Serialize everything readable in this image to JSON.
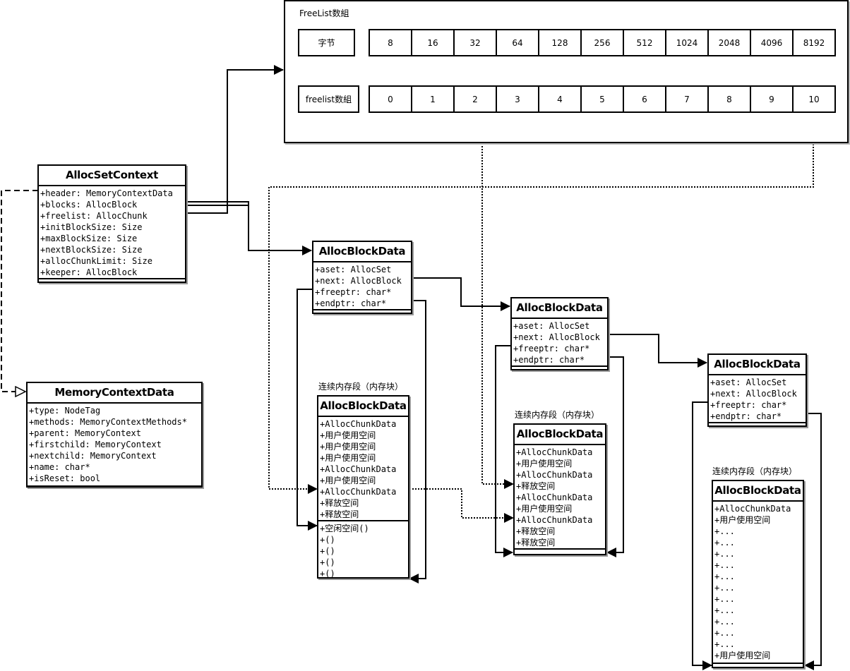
{
  "freelist_frame": {
    "title": "FreeList数組",
    "bytes_label": "字节",
    "index_label": "freelist数組",
    "bytes": [
      "8",
      "16",
      "32",
      "64",
      "128",
      "256",
      "512",
      "1024",
      "2048",
      "4096",
      "8192"
    ],
    "indexes": [
      "0",
      "1",
      "2",
      "3",
      "4",
      "5",
      "6",
      "7",
      "8",
      "9",
      "10"
    ]
  },
  "alloc_set_context": {
    "title": "AllocSetContext",
    "attributes": [
      "+header: MemoryContextData",
      "+blocks: AllocBlock",
      "+freelist: AllocChunk",
      "+initBlockSize: Size",
      "+maxBlockSize: Size",
      "+nextBlockSize: Size",
      "+allocChunkLimit: Size",
      "+keeper: AllocBlock"
    ]
  },
  "memory_context_data": {
    "title": "MemoryContextData",
    "attributes": [
      "+type: NodeTag",
      "+methods: MemoryContextMethods*",
      "+parent: MemoryContext",
      "+firstchild: MemoryContext",
      "+nextchild: MemoryContext",
      "+name: char*",
      "+isReset: bool"
    ]
  },
  "block_headers": [
    {
      "title": "AllocBlockData",
      "attributes": [
        "+aset: AllocSet",
        "+next: AllocBlock",
        "+freeptr: char*",
        "+endptr: char*"
      ]
    },
    {
      "title": "AllocBlockData",
      "attributes": [
        "+aset: AllocSet",
        "+next: AllocBlock",
        "+freeptr: char*",
        "+endptr: char*"
      ]
    },
    {
      "title": "AllocBlockData",
      "attributes": [
        "+aset: AllocSet",
        "+next: AllocBlock",
        "+freeptr: char*",
        "+endptr: char*"
      ]
    }
  ],
  "memory_segments": [
    {
      "caption": "连续内存段（内存块）",
      "title": "AllocBlockData",
      "attributes": [
        "+AllocChunkData",
        "+用户使用空间",
        "+用户使用空间",
        "+用户使用空间",
        "+AllocChunkData",
        "+用户使用空间",
        "+AllocChunkData",
        "+释放空间",
        "+释放空间"
      ],
      "operations": [
        "+空闲空间()",
        "+()",
        "+()",
        "+()",
        "+()"
      ]
    },
    {
      "caption": "连续内存段（内存块）",
      "title": "AllocBlockData",
      "attributes": [
        "+AllocChunkData",
        "+用户使用空间",
        "+AllocChunkData",
        "+释放空间",
        "+AllocChunkData",
        "+用户使用空间",
        "+AllocChunkData",
        "+释放空间",
        "+释放空间"
      ],
      "operations": []
    },
    {
      "caption": "连续内存段（内存块）",
      "title": "AllocBlockData",
      "attributes": [
        "+AllocChunkData",
        "+用户使用空间",
        "+...",
        "+...",
        "+...",
        "+...",
        "+...",
        "+...",
        "+...",
        "+...",
        "+...",
        "+...",
        "+...",
        "+用户使用空间"
      ],
      "operations": []
    }
  ]
}
